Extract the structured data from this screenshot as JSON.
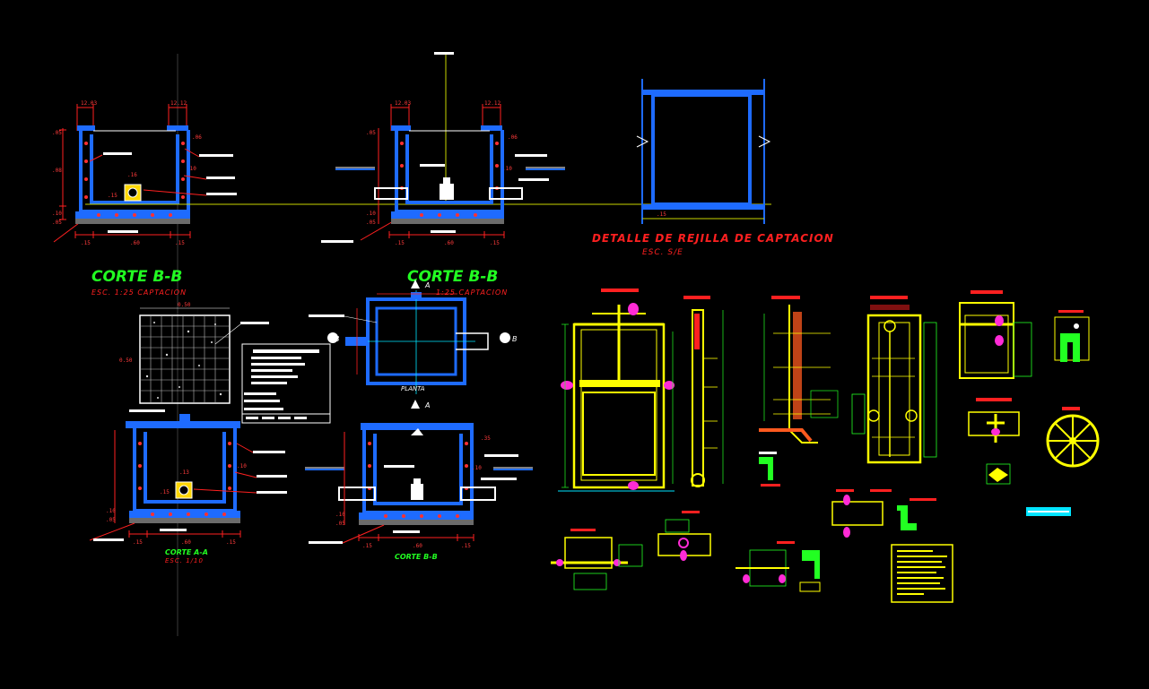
{
  "colors": {
    "background": "#000000",
    "wall_blue": "#1e6bff",
    "dim_red": "#ff2020",
    "green": "#22ff22",
    "yellow": "#ffff00",
    "white": "#ffffff",
    "magenta": "#ff2bd6",
    "cyan": "#00e5ff",
    "olive_line": "#c8d400"
  },
  "titles": {
    "corte_bb_1": "CORTE B-B",
    "corte_bb_1_scale": "ESC. 1:25 CAPTACION",
    "corte_bb_2": "CORTE B-B",
    "corte_bb_2_scale": "1:25 CAPTACION",
    "rejilla_title": "DETALLE DE REJILLA DE CAPTACION",
    "rejilla_scale": "ESC. S/E",
    "planta": "PLANTA",
    "corte_aa_small": "CORTE A-A",
    "corte_aa_small_scale": "ESC. 1/10",
    "corte_bb_small": "CORTE B-B"
  },
  "markers": {
    "a_top": "A",
    "a_bottom": "A",
    "b_left": "B",
    "b_right": "B"
  },
  "dimensions": {
    "top_left_1": "12.03",
    "top_left_2": "12.12",
    "top_mid_1": "12.03",
    "top_mid_2": "12.12",
    "v_05": ".05",
    "v_06": ".06",
    "v_08": ".08",
    "v_10": ".10",
    "v_15": ".15",
    "h_15": ".15",
    "h_60": ".60",
    "h_16": ".16",
    "mesh_w": "0.50",
    "mesh_h": "0.50",
    "grill_15": ".15",
    "h_13": ".13",
    "v_35": ".35"
  }
}
